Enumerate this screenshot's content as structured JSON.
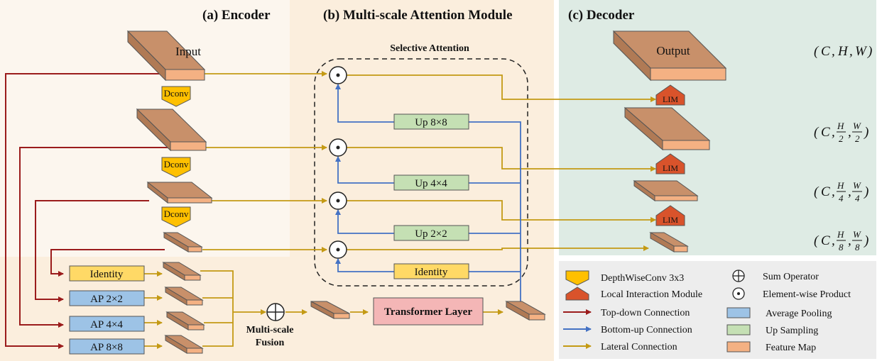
{
  "sections": {
    "encoder": "(a) Encoder",
    "attention": "(b) Multi-scale Attention Module",
    "decoder": "(c) Decoder"
  },
  "selective_attention": "Selective Attention",
  "input_label": "Input",
  "output_label": "Output",
  "dconv_label": "Dconv",
  "lim_label": "LIM",
  "up_boxes": [
    "Up 8×8",
    "Up 4×4",
    "Up 2×2",
    "Identity"
  ],
  "pool_boxes": [
    "Identity",
    "AP 2×2",
    "AP 4×4",
    "AP 8×8"
  ],
  "transformer_label": "Transformer Layer",
  "fusion_label": [
    "Multi-scale",
    "Fusion"
  ],
  "shapes": [
    {
      "C": "C",
      "H": "H",
      "W": "W",
      "full": true
    },
    {
      "C": "C",
      "H": "H",
      "W": "W",
      "div": "2"
    },
    {
      "C": "C",
      "H": "H",
      "W": "W",
      "div": "4"
    },
    {
      "C": "C",
      "H": "H",
      "W": "W",
      "div": "8"
    }
  ],
  "legend": {
    "left": [
      "DepthWiseConv 3x3",
      "Local Interaction Module",
      "Top-down Connection",
      "Bottom-up Connection",
      "Lateral Connection"
    ],
    "right": [
      "Sum Operator",
      "Element-wise Product",
      "Average Pooling",
      "Up Sampling",
      "Feature Map"
    ]
  },
  "colors": {
    "top_down": "#9b1c1c",
    "bottom_up": "#4472c4",
    "lateral": "#c49a14",
    "feature_top": "#c8906a",
    "feature_front": "#f4b183",
    "ap_box": "#9dc3e6",
    "up_box": "#c5e0b4",
    "identity_box": "#ffd966",
    "lim": "#d9532b",
    "transformer": "#f4b6b6"
  }
}
